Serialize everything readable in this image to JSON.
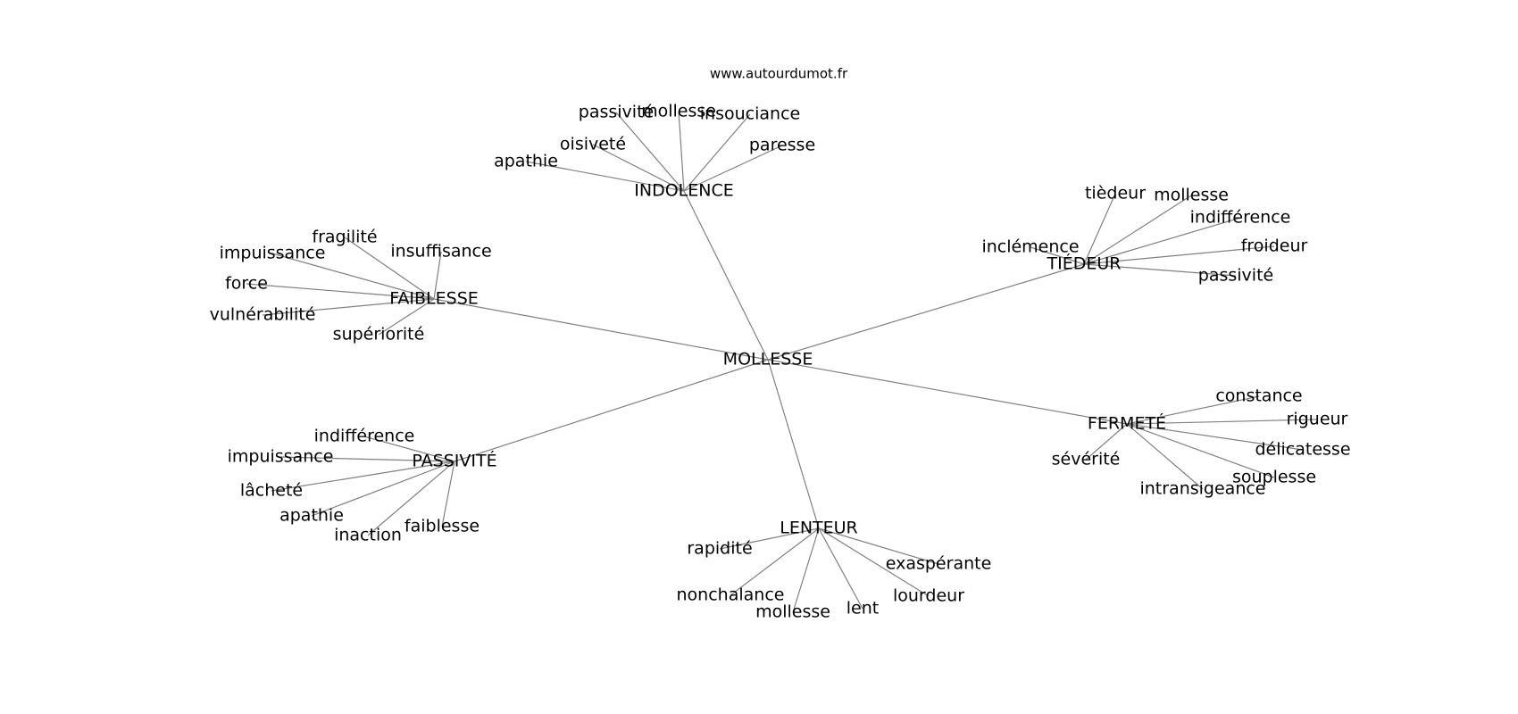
{
  "site": "www.autourdumot.fr",
  "center": "MOLLESSE",
  "clusters": [
    {
      "id": "indolence",
      "label": "INDOLENCE",
      "leaves": [
        "apathie",
        "oisiveté",
        "passivité",
        "mollesse",
        "insouciance",
        "paresse"
      ]
    },
    {
      "id": "faiblesse",
      "label": "FAIBLESSE",
      "leaves": [
        "fragilité",
        "impuissance",
        "insuffisance",
        "force",
        "vulnérabilité",
        "supériorité"
      ]
    },
    {
      "id": "tiedeur",
      "label": "TIÉDEUR",
      "leaves": [
        "tièdeur",
        "mollesse",
        "indifférence",
        "inclémence",
        "froideur",
        "passivité"
      ]
    },
    {
      "id": "fermete",
      "label": "FERMETÉ",
      "leaves": [
        "constance",
        "rigueur",
        "délicatesse",
        "sévérité",
        "souplesse",
        "intransigeance"
      ]
    },
    {
      "id": "passivite",
      "label": "PASSIVITÉ",
      "leaves": [
        "indifférence",
        "impuissance",
        "lâcheté",
        "apathie",
        "inaction",
        "faiblesse"
      ]
    },
    {
      "id": "lenteur",
      "label": "LENTEUR",
      "leaves": [
        "rapidité",
        "nonchalance",
        "mollesse",
        "lent",
        "lourdeur",
        "exaspérante"
      ]
    }
  ]
}
